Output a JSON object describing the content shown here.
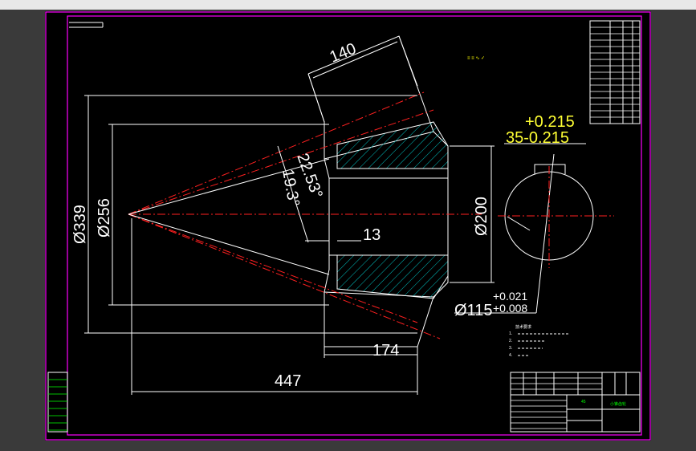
{
  "drawing": {
    "dimensions": {
      "d339": "Ø339",
      "d256": "Ø256",
      "d200": "Ø200",
      "d115": "Ø115",
      "len140": "140",
      "len13": "13",
      "len174": "174",
      "len447": "447",
      "ang1": "22.53°",
      "ang2": "19.3°"
    },
    "tolerances": {
      "keyway_upper": "+0.215",
      "keyway_main": "35-0.215",
      "bore_upper": "+0.021",
      "bore_lower": "+0.008"
    },
    "hatch_color": "#00c0c0",
    "title_block": {
      "material": "45",
      "part_name": "小锥齿轮"
    },
    "notes": {
      "heading": "技术要求",
      "items": [
        "1.",
        "2.",
        "3.",
        "4."
      ]
    }
  }
}
